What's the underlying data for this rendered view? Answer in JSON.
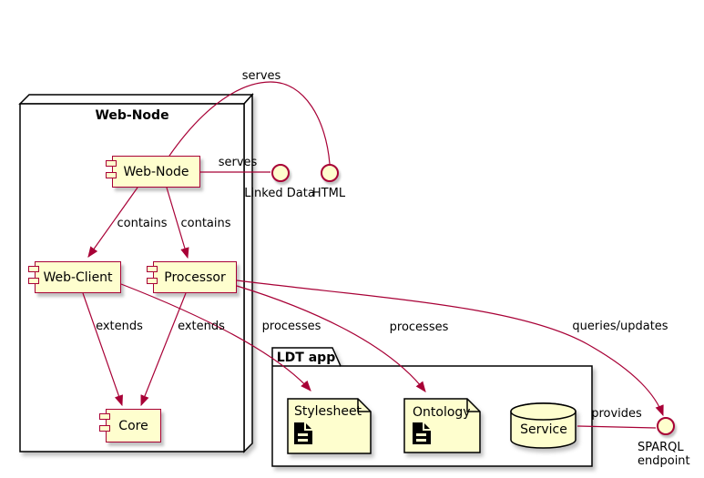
{
  "diagram": {
    "node": {
      "title": "Web-Node"
    },
    "folder": {
      "title": "LDT app"
    },
    "components": {
      "web_node": "Web-Node",
      "web_client": "Web-Client",
      "processor": "Processor",
      "core": "Core"
    },
    "files": {
      "stylesheet": "Stylesheet",
      "ontology": "Ontology"
    },
    "database": {
      "service": "Service"
    },
    "interfaces": {
      "linked_data": "Linked Data",
      "html": "HTML",
      "sparql_endpoint": "SPARQL endpoint"
    },
    "edge_labels": {
      "serves_top": "serves",
      "serves_mid": "serves",
      "contains_1": "contains",
      "contains_2": "contains",
      "extends_1": "extends",
      "extends_2": "extends",
      "processes_1": "processes",
      "processes_2": "processes",
      "queries_updates": "queries/updates",
      "provides": "provides"
    },
    "colors": {
      "shape_fill": "#FEFECE",
      "line": "#A80036",
      "container_border": "#000000",
      "shadow": "#888888"
    }
  }
}
